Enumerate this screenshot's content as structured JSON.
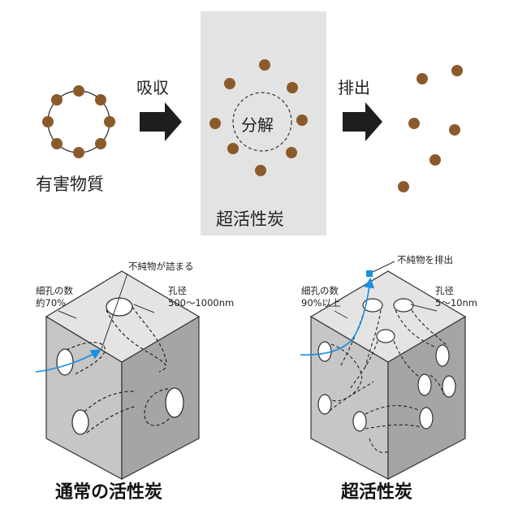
{
  "top_flow": {
    "harmful_label": "有害物質",
    "step1_label": "吸収",
    "decompose_label": "分解",
    "carbon_label": "超活性炭",
    "step2_label": "排出"
  },
  "normal_cube": {
    "pore_count_label": "細孔の数",
    "pore_count_value": "約70%",
    "pore_size_label": "孔径",
    "pore_size_value": "500〜1000nm",
    "note": "不純物が詰まる",
    "title": "通常の活性炭"
  },
  "super_cube": {
    "pore_count_label": "細孔の数",
    "pore_count_value": "90%以上",
    "pore_size_label": "孔径",
    "pore_size_value": "5〜10nm",
    "note": "不純物を排出",
    "title": "超活性炭"
  },
  "colors": {
    "particle": "#8b5a2b",
    "cube_top": "#e4e4e4",
    "cube_left": "#c6c6c6",
    "cube_right": "#a5a5a5",
    "panel": "#e3e3e3",
    "flow_arrow": "#1a8fe0"
  }
}
